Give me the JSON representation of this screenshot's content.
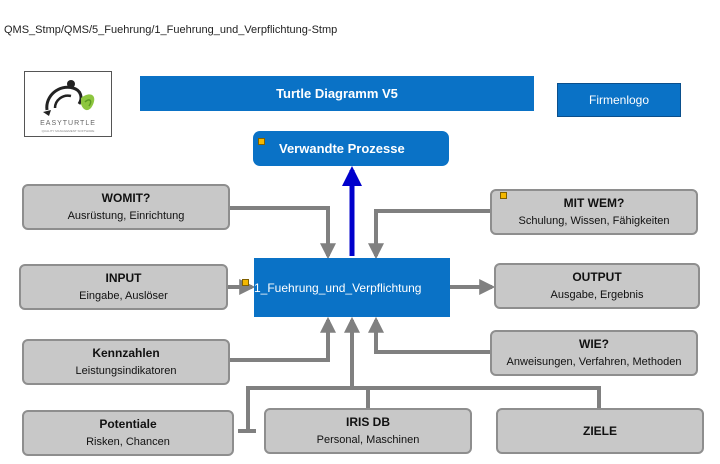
{
  "breadcrumb": "QMS_Stmp/QMS/5_Fuehrung/1_Fuehrung_und_Verpflichtung-Stmp",
  "logo": {
    "brand": "EASYTURTLE",
    "tagline": "QUALITY MANAGEMENT SOFTWARE"
  },
  "title": "Turtle Diagramm V5",
  "firmenlogo": "Firmenlogo",
  "related": "Verwandte Prozesse",
  "center": "1_Fuehrung_und_Verpflichtung",
  "boxes": {
    "womit": {
      "title": "WOMIT?",
      "sub": "Ausrüstung, Einrichtung"
    },
    "input": {
      "title": "INPUT",
      "sub": "Eingabe, Auslöser"
    },
    "kennz": {
      "title": "Kennzahlen",
      "sub": "Leistungsindikatoren"
    },
    "pot": {
      "title": "Potentiale",
      "sub": "Risken, Chancen"
    },
    "iris": {
      "title": "IRIS DB",
      "sub": "Personal, Maschinen"
    },
    "ziele": {
      "title": "ZIELE"
    },
    "mitwem": {
      "title": "MIT WEM?",
      "sub": "Schulung, Wissen, Fähigkeiten"
    },
    "output": {
      "title": "OUTPUT",
      "sub": "Ausgabe, Ergebnis"
    },
    "wie": {
      "title": "WIE?",
      "sub": "Anweisungen, Verfahren, Methoden"
    }
  },
  "colors": {
    "primary": "#0a72c6",
    "box_fill": "#c8c8c8",
    "box_border": "#8e8e8e",
    "connector": "#808080",
    "up_arrow": "#0000cc",
    "marker": "#f4b800"
  }
}
